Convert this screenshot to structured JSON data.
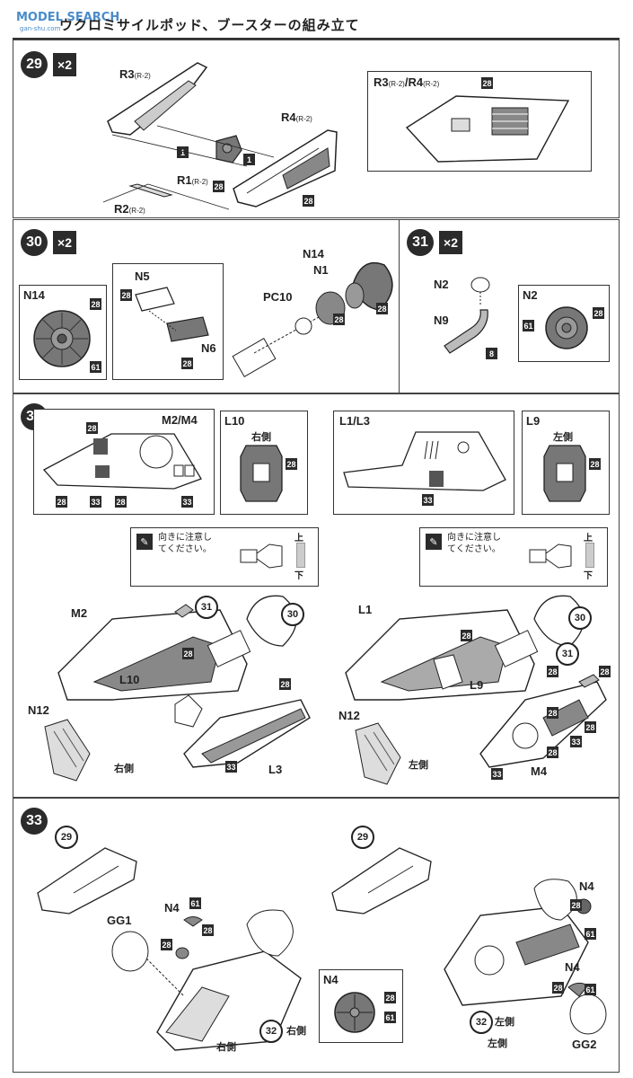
{
  "header": {
    "watermark": "MODEL SEARCH",
    "watermark_sub": "gan-shu.com",
    "title": "ウクロミサイルポッド、ブースターの組み立て"
  },
  "steps": {
    "s29": {
      "num": "29",
      "mult": "×2",
      "labels": {
        "r3": "R3",
        "r3_sub": "(R-2)",
        "r4": "R4",
        "r4_sub": "(R-2)",
        "r1": "R1",
        "r1_sub": "(R-2)",
        "r2": "R2",
        "r2_sub": "(R-2)",
        "detail": "R3",
        "detail_sub": "(R-2)",
        "detail2": "/R4",
        "detail2_sub": "(R-2)"
      },
      "badges": {
        "one": "1",
        "c28": "28"
      }
    },
    "s30": {
      "num": "30",
      "mult": "×2",
      "labels": {
        "n14": "N14",
        "n5": "N5",
        "n6": "N6",
        "n1": "N1",
        "pc10": "PC10",
        "n14b": "N14"
      },
      "badges": {
        "c28": "28",
        "c61": "61"
      }
    },
    "s31": {
      "num": "31",
      "mult": "×2",
      "labels": {
        "n2": "N2",
        "n9": "N9",
        "n2b": "N2"
      },
      "badges": {
        "c8": "8",
        "c61": "61",
        "c28": "28"
      }
    },
    "s32": {
      "num": "32",
      "labels": {
        "m2m4": "M2/M4",
        "l10": "L10",
        "l1l3": "L1/L3",
        "l9": "L9",
        "m2": "M2",
        "l10b": "L10",
        "n12": "N12",
        "l3": "L3",
        "l1": "L1",
        "l9b": "L9",
        "n12b": "N12",
        "m4": "M4"
      },
      "jp": {
        "right": "右側",
        "left": "左側",
        "right_b": "右側",
        "left_b": "左側"
      },
      "note": {
        "text1": "向きに注意し",
        "text2": "てください。",
        "up": "上",
        "down": "下"
      },
      "badges": {
        "c28": "28",
        "c33": "33"
      },
      "refs": {
        "r30": "30",
        "r31": "31"
      }
    },
    "s33": {
      "num": "33",
      "labels": {
        "gg1": "GG1",
        "n4": "N4",
        "n4b": "N4",
        "n4c": "N4",
        "n4d": "N4",
        "gg2": "GG2"
      },
      "jp": {
        "right": "右側",
        "left": "左側",
        "right_b": "右側",
        "left_b": "左側"
      },
      "badges": {
        "c28": "28",
        "c61": "61"
      },
      "refs": {
        "r29": "29",
        "r32": "32"
      }
    }
  },
  "colors": {
    "ink": "#2b2b2b",
    "part_gray": "#7a7a7a",
    "light_gray": "#d8d8d8",
    "watermark": "#4a8cc9"
  }
}
